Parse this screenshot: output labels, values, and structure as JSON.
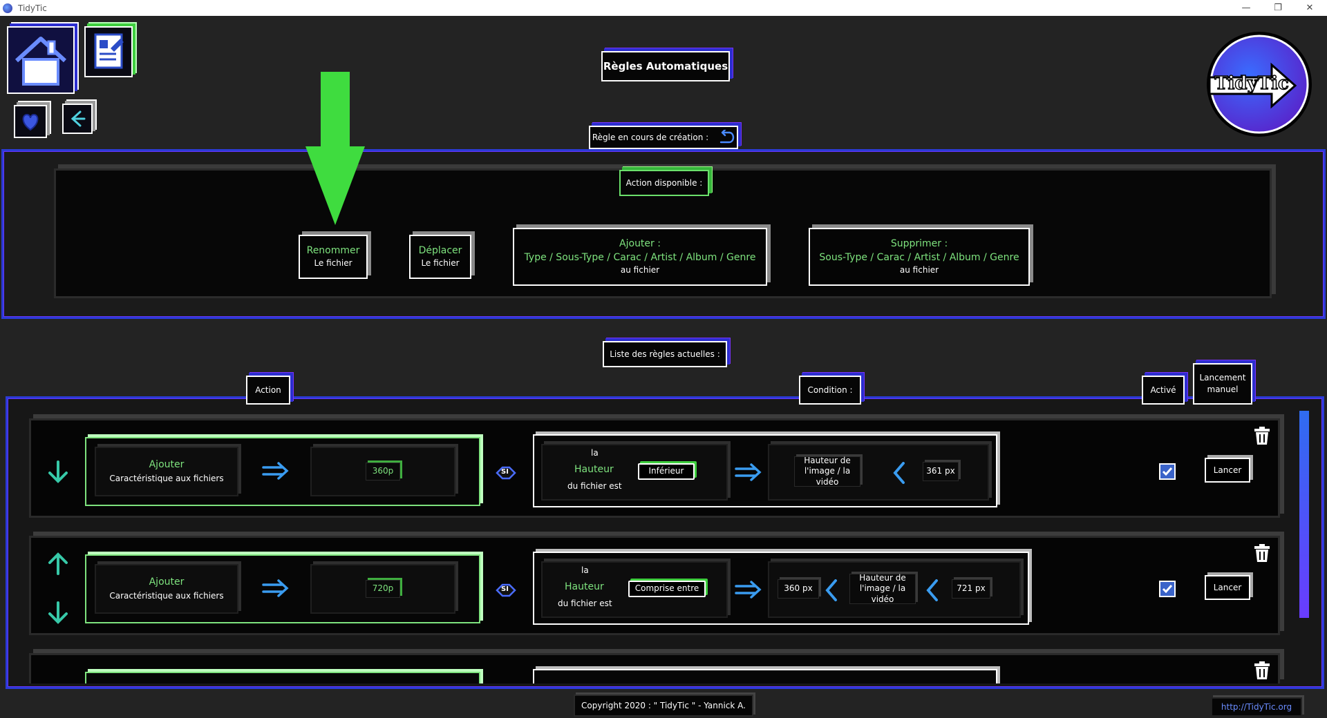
{
  "window": {
    "title": "TidyTic"
  },
  "header": {
    "title": "Règles Automatiques",
    "logo_text": "TidyTic"
  },
  "creation": {
    "label": "Règle en cours de création :",
    "available_label": "Action disponible :",
    "actions": [
      {
        "title": "Renommer",
        "sub": "Le fichier"
      },
      {
        "title": "Déplacer",
        "sub": "Le fichier"
      },
      {
        "title": "Ajouter :",
        "line2": "Type / Sous-Type / Carac / Artist / Album / Genre",
        "sub": "au fichier"
      },
      {
        "title": "Supprimer :",
        "line2": "Sous-Type / Carac / Artist / Album / Genre",
        "sub": "au fichier"
      }
    ]
  },
  "list": {
    "label": "Liste des règles actuelles :",
    "col_action": "Action",
    "col_condition": "Condition :",
    "col_active": "Activé",
    "col_manual_1": "Lancement",
    "col_manual_2": "manuel",
    "rules": [
      {
        "action_title": "Ajouter",
        "action_sub": "Caractéristique aux fichiers",
        "value": "360p",
        "si": "SI",
        "cond_la": "la",
        "cond_prop": "Hauteur",
        "cond_tail": "du fichier est",
        "operator": "Inférieur",
        "target_1": "Hauteur de",
        "target_2": "l'image / la vidéo",
        "limit": "361 px",
        "active": true,
        "launch": "Lancer"
      },
      {
        "action_title": "Ajouter",
        "action_sub": "Caractéristique aux fichiers",
        "value": "720p",
        "si": "SI",
        "cond_la": "la",
        "cond_prop": "Hauteur",
        "cond_tail": "du fichier est",
        "operator": "Comprise entre",
        "low": "360 px",
        "target_1": "Hauteur de",
        "target_2": "l'image / la vidéo",
        "limit": "721 px",
        "active": true,
        "launch": "Lancer"
      }
    ]
  },
  "footer": {
    "copyright": "Copyright 2020 : \" TidyTic \" - Yannick A.",
    "link": "http://TidyTic.org"
  },
  "colors": {
    "accent_blue": "#2b3bd6",
    "accent_purple": "#7a32ff",
    "accent_green": "#7ee37e",
    "arrow_green": "#3fdc3f"
  },
  "icons": [
    "home-icon",
    "edit-document-icon",
    "heart-icon",
    "back-arrow-icon",
    "undo-icon",
    "arrow-down-icon",
    "arrow-up-icon",
    "double-arrow-right-icon",
    "chevron-left-icon",
    "trash-icon",
    "checkbox-icon",
    "si-badge-icon"
  ]
}
